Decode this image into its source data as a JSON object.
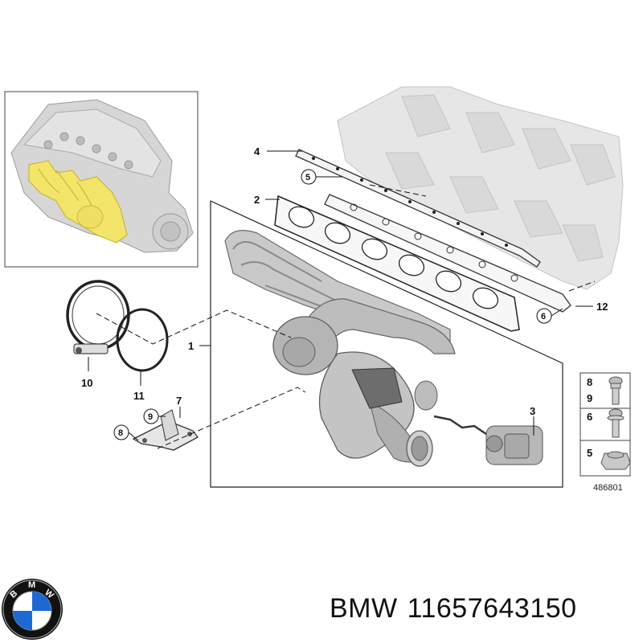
{
  "callouts": {
    "c1": "1",
    "c2": "2",
    "c3": "3",
    "c4": "4",
    "c5": "5",
    "c6": "6",
    "c7": "7",
    "c8": "8",
    "c9": "9",
    "c10": "10",
    "c11": "11",
    "c12": "12"
  },
  "legend": {
    "row1": [
      "8",
      "9"
    ],
    "row2": "6",
    "row3": "5"
  },
  "diagram_number": "486801",
  "caption": {
    "brand": "BMW",
    "part_number": "11657643150"
  },
  "logo": {
    "text": "BMW",
    "colors": {
      "ring": "#111111",
      "blue": "#1c69d4",
      "white": "#ffffff"
    }
  }
}
